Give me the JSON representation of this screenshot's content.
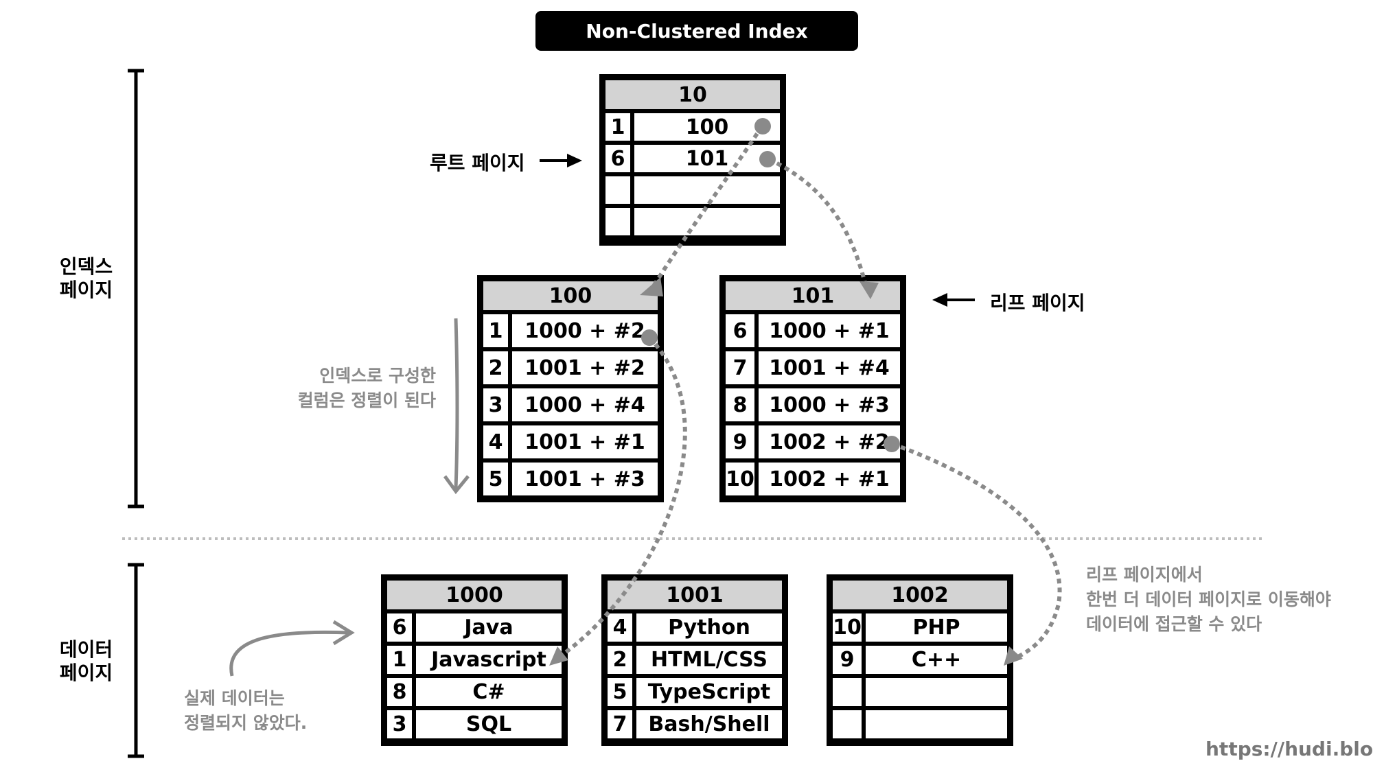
{
  "title": "Non-Clustered Index",
  "labels": {
    "root_page": "루트 페이지",
    "leaf_page": "리프 페이지",
    "index_page_line1": "인덱스",
    "index_page_line2": "페이지",
    "data_page_line1": "데이터",
    "data_page_line2": "페이지",
    "sorted_line1": "인덱스로 구성한",
    "sorted_line2": "컬럼은 정렬이 된다",
    "unsorted_line1": "실제 데이터는",
    "unsorted_line2": "정렬되지 않았다.",
    "leaf_note_line1": "리프 페이지에서",
    "leaf_note_line2": "한번 더 데이터 페이지로 이동해야",
    "leaf_note_line3": "데이터에 접근할 수 있다",
    "credit": "https://hudi.blog"
  },
  "tables": {
    "root": {
      "header": "10",
      "rows": [
        {
          "k": "1",
          "v": "100"
        },
        {
          "k": "6",
          "v": "101"
        },
        {
          "k": "",
          "v": ""
        },
        {
          "k": "",
          "v": ""
        }
      ]
    },
    "leaf100": {
      "header": "100",
      "rows": [
        {
          "k": "1",
          "v": "1000 + #2"
        },
        {
          "k": "2",
          "v": "1001 + #2"
        },
        {
          "k": "3",
          "v": "1000 + #4"
        },
        {
          "k": "4",
          "v": "1001 + #1"
        },
        {
          "k": "5",
          "v": "1001 + #3"
        }
      ]
    },
    "leaf101": {
      "header": "101",
      "rows": [
        {
          "k": "6",
          "v": "1000 + #1"
        },
        {
          "k": "7",
          "v": "1001 + #4"
        },
        {
          "k": "8",
          "v": "1000 + #3"
        },
        {
          "k": "9",
          "v": "1002 + #2"
        },
        {
          "k": "10",
          "v": "1002 + #1"
        }
      ]
    },
    "data1000": {
      "header": "1000",
      "rows": [
        {
          "k": "6",
          "v": "Java"
        },
        {
          "k": "1",
          "v": "Javascript"
        },
        {
          "k": "8",
          "v": "C#"
        },
        {
          "k": "3",
          "v": "SQL"
        }
      ]
    },
    "data1001": {
      "header": "1001",
      "rows": [
        {
          "k": "4",
          "v": "Python"
        },
        {
          "k": "2",
          "v": "HTML/CSS"
        },
        {
          "k": "5",
          "v": "TypeScript"
        },
        {
          "k": "7",
          "v": "Bash/Shell"
        }
      ]
    },
    "data1002": {
      "header": "1002",
      "rows": [
        {
          "k": "10",
          "v": "PHP"
        },
        {
          "k": "9",
          "v": "C++"
        },
        {
          "k": "",
          "v": ""
        },
        {
          "k": "",
          "v": ""
        }
      ]
    }
  },
  "colors": {
    "ink": "#000000",
    "header_fill": "#d3d3d3",
    "arrow_gray": "#8a8a8a"
  }
}
